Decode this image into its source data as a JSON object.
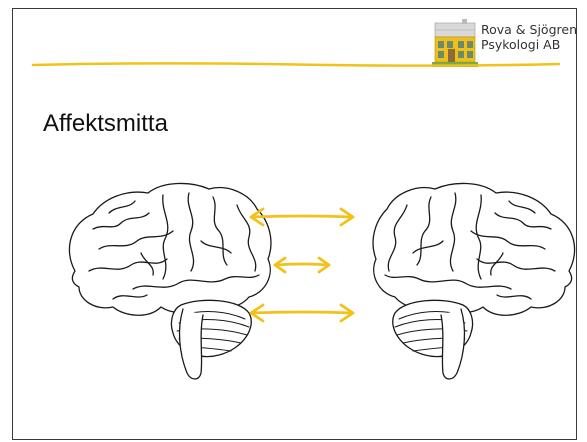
{
  "slide": {
    "title": "Affektsmitta"
  },
  "logo": {
    "line1": "Rova & Sjögren",
    "line2": "Psykologi AB"
  },
  "colors": {
    "accent": "#f2c21b",
    "outline": "#1a1a1a"
  },
  "graphic": {
    "left_brain": "brain-illustration",
    "right_brain": "brain-illustration-mirrored",
    "arrows": [
      "double-arrow",
      "double-arrow",
      "double-arrow"
    ]
  }
}
